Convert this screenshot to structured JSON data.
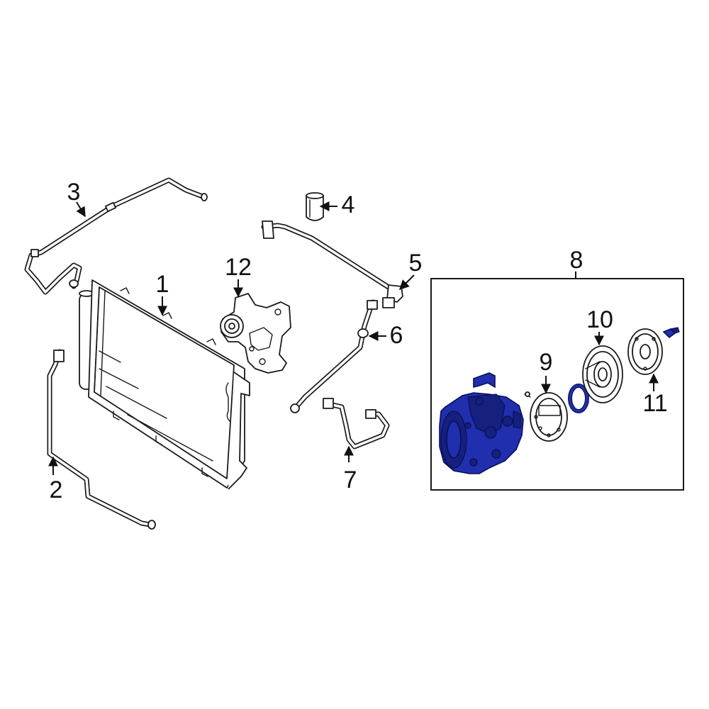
{
  "diagram": {
    "callouts": [
      {
        "id": "1",
        "text": "1"
      },
      {
        "id": "2",
        "text": "2"
      },
      {
        "id": "3",
        "text": "3"
      },
      {
        "id": "4",
        "text": "4"
      },
      {
        "id": "5",
        "text": "5"
      },
      {
        "id": "6",
        "text": "6"
      },
      {
        "id": "7",
        "text": "7"
      },
      {
        "id": "8",
        "text": "8"
      },
      {
        "id": "9",
        "text": "9"
      },
      {
        "id": "10",
        "text": "10"
      },
      {
        "id": "11",
        "text": "11"
      },
      {
        "id": "12",
        "text": "12"
      }
    ],
    "colors": {
      "highlight": "#1f2fae",
      "line": "#1a1a1a",
      "background": "#ffffff"
    }
  }
}
